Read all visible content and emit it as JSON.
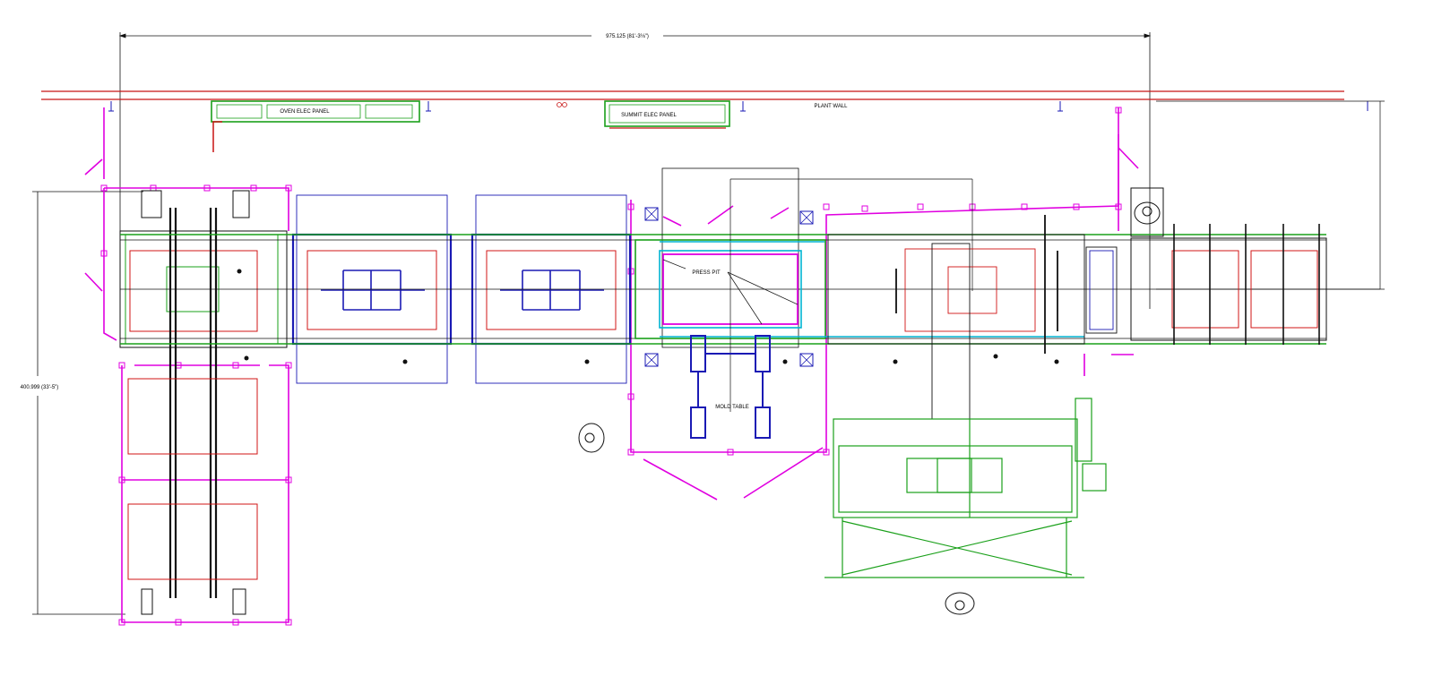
{
  "drawing": {
    "labels": {
      "overall_width_dim": "975.125 (81'-3⅛\")",
      "overall_depth_dim": "400.999 (33'-5\")",
      "oven_panel": "OVEN ELEC PANEL",
      "summit_panel": "SUMMIT ELEC PANEL",
      "plant_wall": "PLANT WALL",
      "press_pit": "PRESS PIT",
      "mold_table": "MOLD TABLE"
    },
    "colors": {
      "plant_wall": "#c81414",
      "fence_guard": "#e000e0",
      "oven_equipment": "#1a1ab4",
      "press_frame": "#1aa01a",
      "conveyor_track": "#00b4d2",
      "mold_outline": "#d21414",
      "linework": "#111111"
    }
  }
}
